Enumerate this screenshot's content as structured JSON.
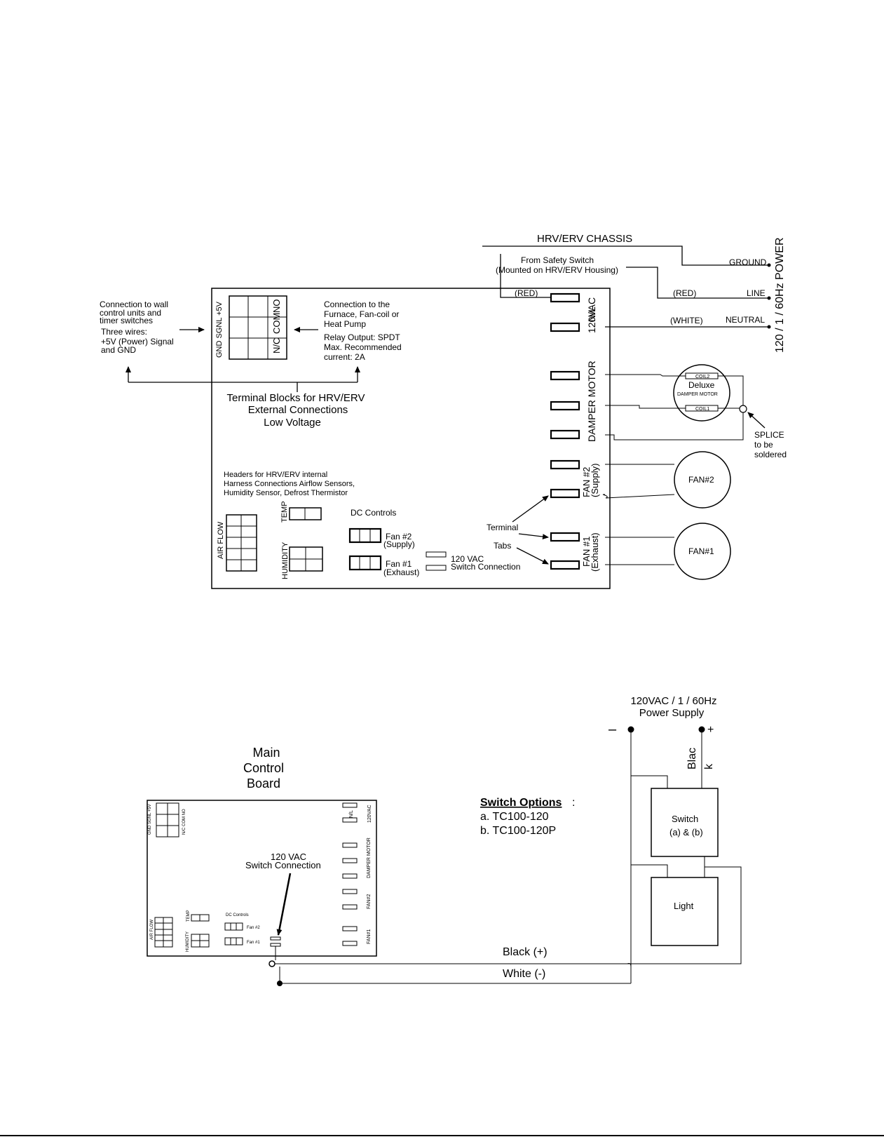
{
  "top": {
    "chassis": "HRV/ERV CHASSIS",
    "safety1": "From Safety Switch",
    "safety2": "(Mounted on HRV/ERV Housing)",
    "red1": "(RED)",
    "red2": "(RED)",
    "white": "(WHITE)",
    "ground": "GROUND",
    "line": "LINE",
    "neutral": "NEUTRAL",
    "power": "120 / 1 / 60Hz POWER",
    "wall": [
      "Connection to wall",
      "control units and",
      "timer switches",
      "Three wires:",
      "+5V (Power) Signal",
      " and GND"
    ],
    "furnace": [
      "Connection to the",
      "Furnace, Fan-coil or",
      "Heat Pump",
      "Relay Output:  SPDT",
      "Max.  Recommended",
      "current: 2A"
    ],
    "term_left_label": "GND SGNL  +5V",
    "term_nc": "N/C",
    "term_com": "COM",
    "term_no": "NO",
    "terminal_blocks": [
      "Terminal Blocks for HRV/ERV",
      "External Connections",
      "Low Voltage"
    ],
    "nl": "N/L",
    "vac": "120VAC",
    "damper_motor": "DAMPER MOTOR",
    "fan2_label": "FAN #2",
    "fan2_sub": "(Supply)",
    "fan1_label": "FAN #1",
    "fan1_sub": "(Exhaust)",
    "coil2": "COIL2",
    "coil1": "COIL1",
    "deluxe": "Deluxe",
    "damper_motor_small": "DAMPER MOTOR",
    "splice": [
      "SPLICE",
      "to be",
      "soldered"
    ],
    "fan2_circle": "FAN#2",
    "fan1_circle": "FAN#1",
    "headers": [
      "Headers for HRV/ERV internal",
      "Harness Connections Airflow Sensors,",
      "Humidity Sensor, Defrost Thermistor"
    ],
    "temp": "TEMP",
    "air_flow": "AIR FLOW",
    "humidity": "HUMIDITY",
    "dc_controls": "DC Controls",
    "fan2_dc": "Fan #2",
    "fan2_dc_sub": "(Supply)",
    "fan1_dc": "Fan #1",
    "fan1_dc_sub": "(Exhaust)",
    "sw_120vac": "120 VAC",
    "sw_conn": "Switch Connection",
    "terminal": "Terminal",
    "tabs": "Tabs"
  },
  "bottom": {
    "main_board": [
      "Main",
      "Control",
      "Board"
    ],
    "psu": [
      "120VAC / 1 / 60Hz",
      "Power Supply"
    ],
    "minus": "–",
    "plus": "+",
    "blac": "Blac",
    "k": "k",
    "switch_options": "Switch Options",
    "colon": ":",
    "opt_a": "a. TC100-120",
    "opt_b": "b. TC100-120P",
    "switch": "Switch",
    "switch_sub": "(a) & (b)",
    "light": "Light",
    "black_plus": "Black (+)",
    "white_minus": "White (-)",
    "sw_120vac": "120 VAC",
    "sw_conn": "Switch Connection",
    "mini_term_left": "GND SGNL +5V",
    "mini_nc_com_no": "N/C COM NO",
    "mini_nl": "N/L",
    "mini_vac": "120VAC",
    "mini_damper": "DAMPER MOTOR",
    "mini_fan2": "FAN#2",
    "mini_fan1": "FAN#1",
    "mini_temp": "TEMP",
    "mini_airflow": "AIR FLOW",
    "mini_humidity": "HUMIDITY",
    "mini_dc": "DC Controls",
    "mini_fan2_dc": "Fan #2",
    "mini_fan1_dc": "Fan #1"
  }
}
